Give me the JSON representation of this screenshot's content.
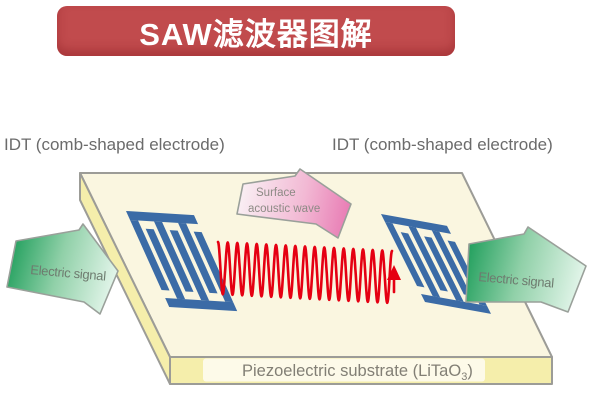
{
  "banner": {
    "title": "SAW滤波器图解"
  },
  "idt_left": {
    "label": "IDT (comb-shaped electrode)"
  },
  "idt_right": {
    "label": "IDT (comb-shaped electrode)"
  },
  "surface_wave_arrow": {
    "line1": "Surface",
    "line2": "acoustic wave"
  },
  "electric_signal_left": {
    "label": "Electric signal"
  },
  "electric_signal_right": {
    "label": "Electric signal"
  },
  "substrate": {
    "label_main": "Piezoelectric substrate (LiTaO",
    "label_sub": "3",
    "label_close": ")"
  },
  "colors": {
    "banner_bg": "#c14b4d",
    "electrode_blue": "#3b6ba6",
    "wave_red": "#e50012",
    "substrate_top": "#faf6e0",
    "substrate_side": "#f5eeab",
    "substrate_label_bg": "#fdfae9",
    "green_dark": "#23a05e",
    "green_mid": "#90d0a8",
    "green_light": "#e9f8ef",
    "pink_light": "#f9ecf2",
    "pink_mid": "#f2b9d4",
    "pink_dark": "#e87ab3",
    "label_gray": "#6b6b6b",
    "arrow_text_gray": "#6e7b6f",
    "pink_text_gray": "#8d8a85",
    "substrate_text_gray": "#827f75"
  }
}
